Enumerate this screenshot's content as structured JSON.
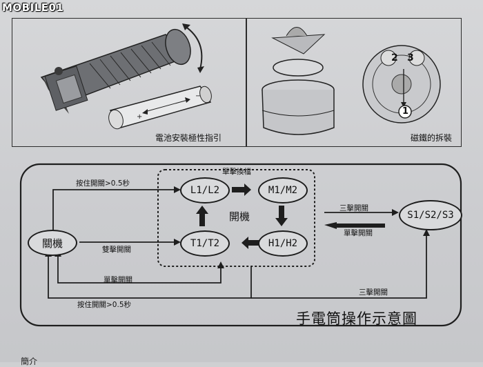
{
  "watermark": "MOBILE01",
  "captions": {
    "battery": "電池安裝極性指引",
    "magnet": "磁鐵的拆裝"
  },
  "magnet_labels": {
    "one": "1",
    "two": "2",
    "three": "3"
  },
  "diagram": {
    "title": "手電筒操作示意圖",
    "group_label": "開機",
    "nodes": {
      "off": "關機",
      "l": "L1/L2",
      "m": "M1/M2",
      "h": "H1/H2",
      "t": "T1/T2",
      "s": "S1/S2/S3"
    },
    "edges": {
      "off_to_l": "按住開關>0.5秒",
      "l_to_m": "單擊換檔",
      "off_to_t": "雙擊開關",
      "on_to_off": "單擊開關",
      "off_hold": "按住開關>0.5秒",
      "on_to_s": "三擊開關",
      "s_to_on": "單擊開關",
      "off_to_s": "三擊開關"
    }
  },
  "footer_fragment": "簡介"
}
